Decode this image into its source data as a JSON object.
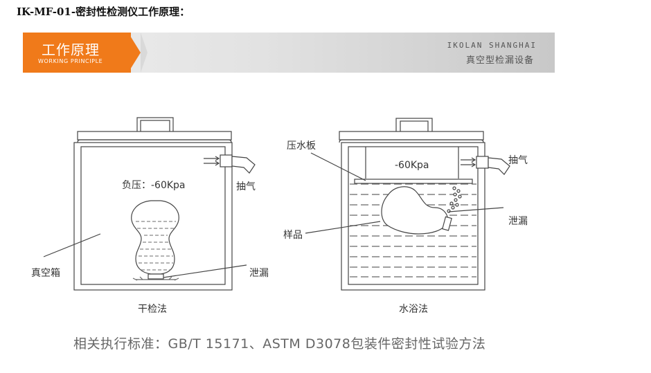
{
  "page_title": "IK-MF-01-密封性检测仪工作原理：",
  "banner": {
    "title_cn": "工作原理",
    "title_en": "WORKING PRINCIPLE",
    "brand_en": "IKOLAN SHANGHAI",
    "brand_cn": "真空型检漏设备"
  },
  "dry_method": {
    "caption": "干检法",
    "pressure": "负压：-60Kpa",
    "exhaust": "抽气",
    "chamber": "真空箱",
    "leak": "泄漏"
  },
  "water_method": {
    "caption": "水浴法",
    "pressure": "-60Kpa",
    "exhaust": "抽气",
    "plate": "压水板",
    "sample": "样品",
    "leak": "泄漏"
  },
  "standard": "相关执行标准：GB/T 15171、ASTM D3078包装件密封性试验方法"
}
